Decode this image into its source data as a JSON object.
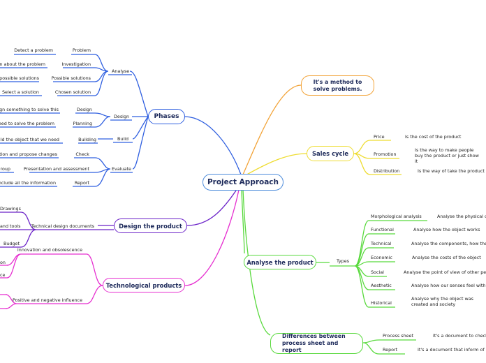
{
  "center": {
    "label": "Project Approach"
  },
  "phases": {
    "label": "Phases",
    "analyse": {
      "label": "Analyse",
      "problem": {
        "label": "Problem",
        "detail": "Detect a problem"
      },
      "investigation": {
        "label": "Investigation",
        "detail": "ation about the problem"
      },
      "possible_solutions": {
        "label": "Possible solutions",
        "detail": "possible solutions"
      },
      "chosen_solution": {
        "label": "Chosen solution",
        "detail": "Select a solution"
      }
    },
    "design": {
      "label": "Design",
      "design_item": {
        "label": "Design",
        "detail": "design something to solve this"
      },
      "planning": {
        "label": "Planning",
        "detail": "n need to solve the problem"
      }
    },
    "build": {
      "label": "Build",
      "building": {
        "label": "Building",
        "detail": "Build the object that we need"
      }
    },
    "evaluate": {
      "label": "Evaluate",
      "check": {
        "label": "Check",
        "detail": "olution and propose changes"
      },
      "presentation": {
        "label": "Presentation and assessment",
        "detail": "roup"
      },
      "report": {
        "label": "Report",
        "detail": "t include all the information"
      }
    }
  },
  "design_product": {
    "label": "Design the product",
    "tech_docs": {
      "label": "Technical design documents",
      "items": [
        "Drawings",
        "and tools",
        "Budget"
      ]
    }
  },
  "tech_products": {
    "label": "Technological products",
    "innovation": {
      "label": "Innovation and obsolescence",
      "items": [
        "on",
        "ce"
      ]
    },
    "influence": {
      "label": "Positive and negative influence",
      "items": [
        "",
        ""
      ]
    }
  },
  "method": {
    "label": "It's a method  to solve problems."
  },
  "sales": {
    "label": "Sales cycle",
    "price": {
      "label": "Price",
      "detail": "Is the cost of the product"
    },
    "promotion": {
      "label": "Promotion",
      "detail": "Is the way to make people buy the product or just show it"
    },
    "distribution": {
      "label": "Distribution",
      "detail": "Is the way of take the product to the"
    }
  },
  "analyse_product": {
    "label": "Analyse the product",
    "types": {
      "label": "Types",
      "items": [
        {
          "label": "Morphological analysis",
          "detail": "Analyse the physical chara"
        },
        {
          "label": "Functional",
          "detail": "Analyse how the object works"
        },
        {
          "label": "Technical",
          "detail": "Analyse the components, how the obje"
        },
        {
          "label": "Economic",
          "detail": "Analyse the costs of the object"
        },
        {
          "label": "Social",
          "detail": "Analyse the point of view of other people"
        },
        {
          "label": "Aesthetic",
          "detail": "Analyse how our senses feel with the o"
        },
        {
          "label": "Historical",
          "detail": "Analyse why the object was created and society"
        }
      ]
    }
  },
  "differences": {
    "label": "Differences between process sheet and report",
    "process_sheet": {
      "label": "Process sheet",
      "detail": "It's a document to check and"
    },
    "report": {
      "label": "Report",
      "detail": "It's a document that inform of all th"
    }
  },
  "colors": {
    "blue": "#2f5fe0",
    "purple": "#6a21c8",
    "magenta": "#e62fd0",
    "orange": "#f2a43a",
    "yellow": "#eedc2f",
    "green": "#58d93c",
    "center_border": "#4c8bdb",
    "text": "#1d2a5a"
  }
}
